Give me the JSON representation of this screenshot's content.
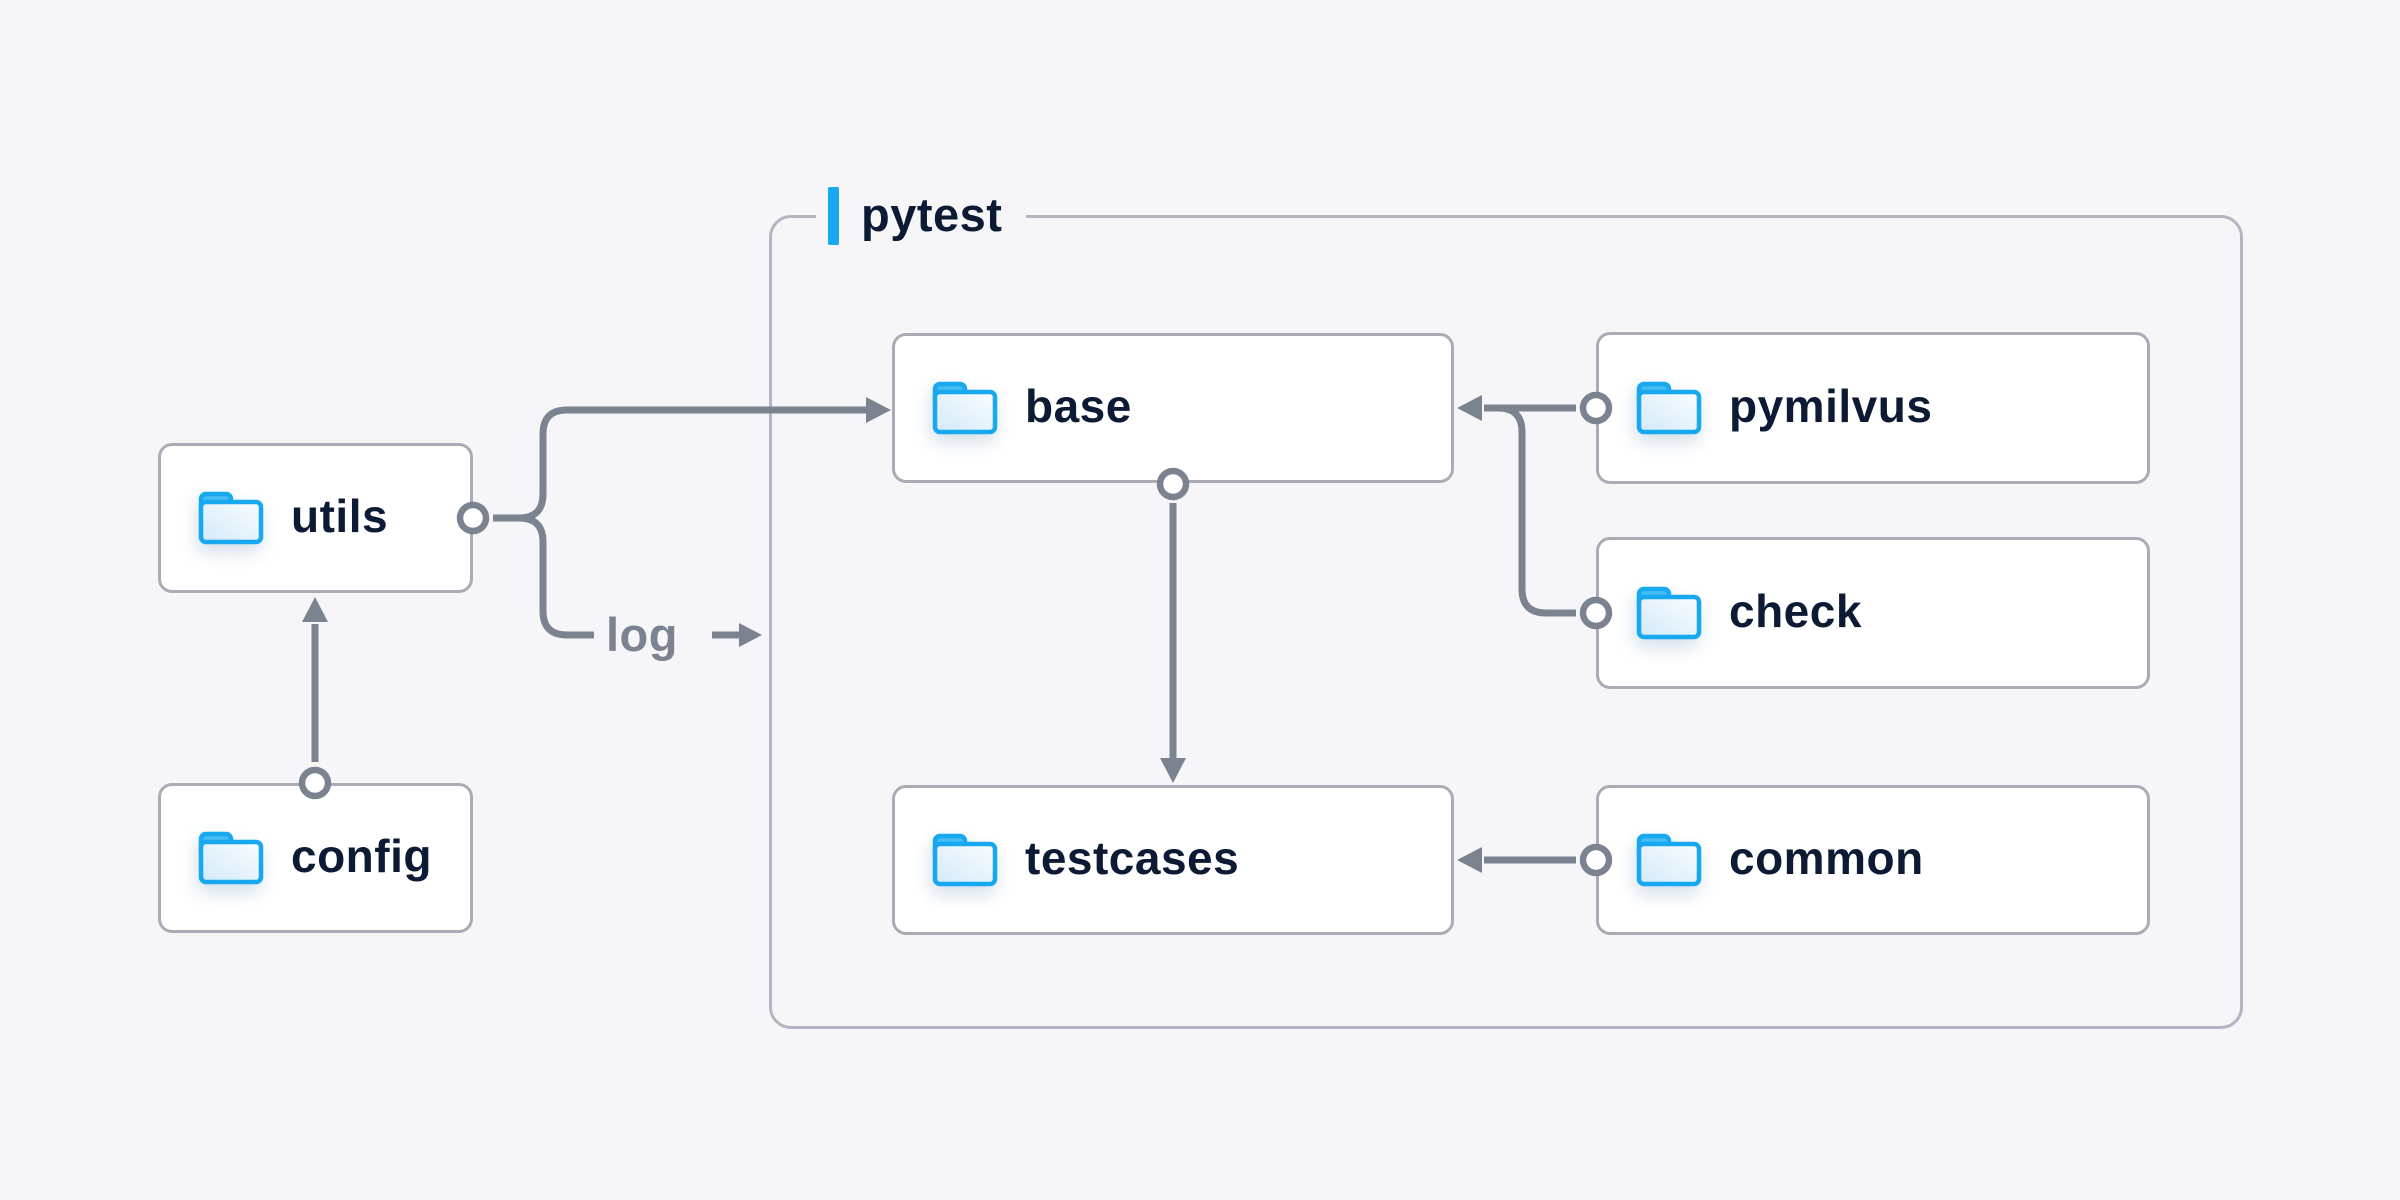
{
  "diagram": {
    "group": {
      "label": "pytest"
    },
    "nodes": [
      {
        "id": "utils",
        "label": "utils",
        "icon": "folder-icon",
        "inside_group": false
      },
      {
        "id": "config",
        "label": "config",
        "icon": "folder-icon",
        "inside_group": false
      },
      {
        "id": "base",
        "label": "base",
        "icon": "folder-icon",
        "inside_group": true
      },
      {
        "id": "pymilvus",
        "label": "pymilvus",
        "icon": "folder-icon",
        "inside_group": true
      },
      {
        "id": "check",
        "label": "check",
        "icon": "folder-icon",
        "inside_group": true
      },
      {
        "id": "testcases",
        "label": "testcases",
        "icon": "folder-icon",
        "inside_group": true
      },
      {
        "id": "common",
        "label": "common",
        "icon": "folder-icon",
        "inside_group": true
      }
    ],
    "edges": [
      {
        "from": "config",
        "to": "utils",
        "type": "arrow",
        "label": ""
      },
      {
        "from": "utils",
        "to": "base",
        "type": "arrow",
        "label": ""
      },
      {
        "from": "utils",
        "to": "pytest",
        "type": "arrow",
        "label": "log"
      },
      {
        "from": "pymilvus",
        "to": "base",
        "type": "arrow",
        "label": ""
      },
      {
        "from": "check",
        "to": "base",
        "type": "arrow",
        "label": ""
      },
      {
        "from": "base",
        "to": "testcases",
        "type": "arrow",
        "label": ""
      },
      {
        "from": "common",
        "to": "testcases",
        "type": "arrow",
        "label": ""
      }
    ],
    "theme": {
      "accent_blue": "#18a8ef",
      "navy": "#0d1a33",
      "line_gray": "#7b8290",
      "box_border": "#a9abb7",
      "container_border": "#b4b5c2",
      "bg": "#f6f6f8",
      "box_bg": "#ffffff",
      "folder_fill_light": "#fafdff",
      "folder_fill_dark": "#d2e9f9",
      "folder_tab_fill": "#45bcf2"
    }
  }
}
